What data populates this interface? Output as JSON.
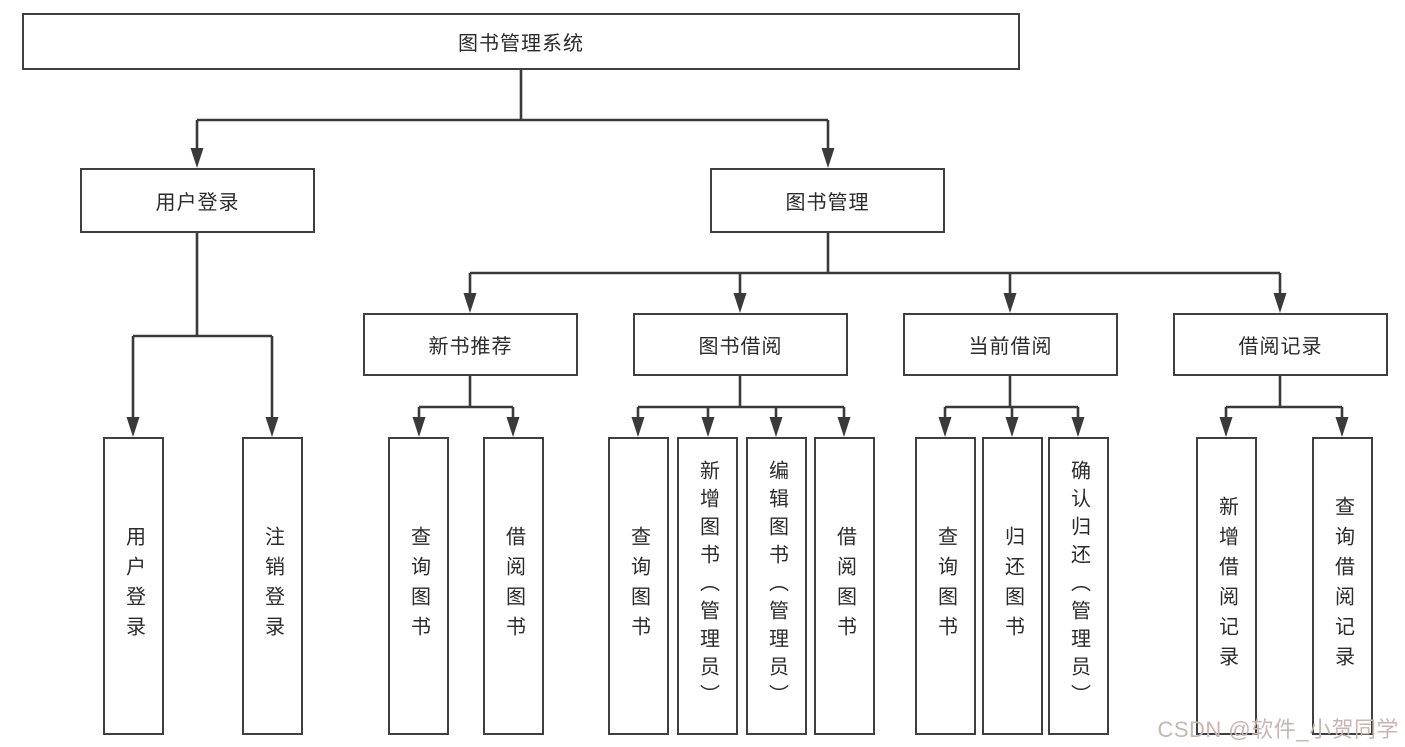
{
  "colors": {
    "line": "#3a3a3a",
    "boxBorder": "#3f3f3f",
    "text": "#2b2b2b",
    "bg": "#ffffff",
    "watermark": "#c9b4af"
  },
  "watermark": {
    "text": "CSDN @软件_小贺同学"
  },
  "tree": {
    "label": "图书管理系统",
    "children": [
      {
        "label": "用户登录",
        "children": [
          {
            "label": "用户登录"
          },
          {
            "label": "注销登录"
          }
        ]
      },
      {
        "label": "图书管理",
        "children": [
          {
            "label": "新书推荐",
            "children": [
              {
                "label": "查询图书"
              },
              {
                "label": "借阅图书"
              }
            ]
          },
          {
            "label": "图书借阅",
            "children": [
              {
                "label": "查询图书"
              },
              {
                "label": "新增图书（管理员）"
              },
              {
                "label": "编辑图书（管理员）"
              },
              {
                "label": "借阅图书"
              }
            ]
          },
          {
            "label": "当前借阅",
            "children": [
              {
                "label": "查询图书"
              },
              {
                "label": "归还图书"
              },
              {
                "label": "确认归还（管理员）"
              }
            ]
          },
          {
            "label": "借阅记录",
            "children": [
              {
                "label": "新增借阅记录"
              },
              {
                "label": "查询借阅记录"
              }
            ]
          }
        ]
      }
    ]
  }
}
